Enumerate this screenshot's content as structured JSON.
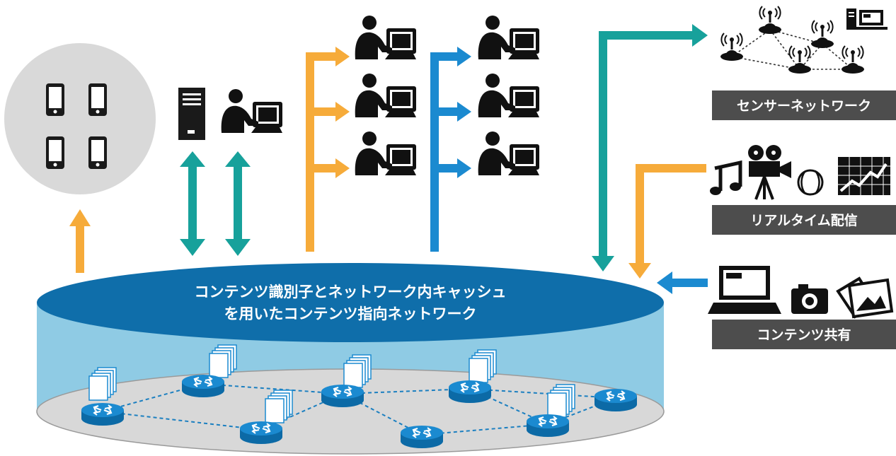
{
  "cylinder": {
    "title_line1": "コンテンツ識別子とネットワーク内キャッシュ",
    "title_line2": "を用いたコンテンツ指向ネットワーク"
  },
  "labels": {
    "sensor_network": "センサーネットワーク",
    "realtime_delivery": "リアルタイム配信",
    "content_sharing": "コンテンツ共有"
  },
  "colors": {
    "orange": "#f6ab3a",
    "teal": "#17a19b",
    "blue": "#1b8ad0",
    "dark_blue": "#0c6aa6",
    "label_bg": "#4d4d4d",
    "cylinder_side": "#8fcbe4",
    "cylinder_top": "#0f6eaa",
    "floor": "#d8d8d8",
    "circle": "#d9d9d9"
  },
  "icons": {
    "devices": "smartphone-icon",
    "server": "server-icon",
    "users": "user-at-computer-icon",
    "sensor": "sensor-node-icon",
    "music": "music-note-icon",
    "video": "video-camera-icon",
    "ball": "baseball-icon",
    "chart": "stock-chart-icon",
    "laptop": "laptop-icon",
    "camera": "camera-icon",
    "photos": "photo-icon",
    "router": "router-icon",
    "cache": "cache-documents-icon"
  }
}
